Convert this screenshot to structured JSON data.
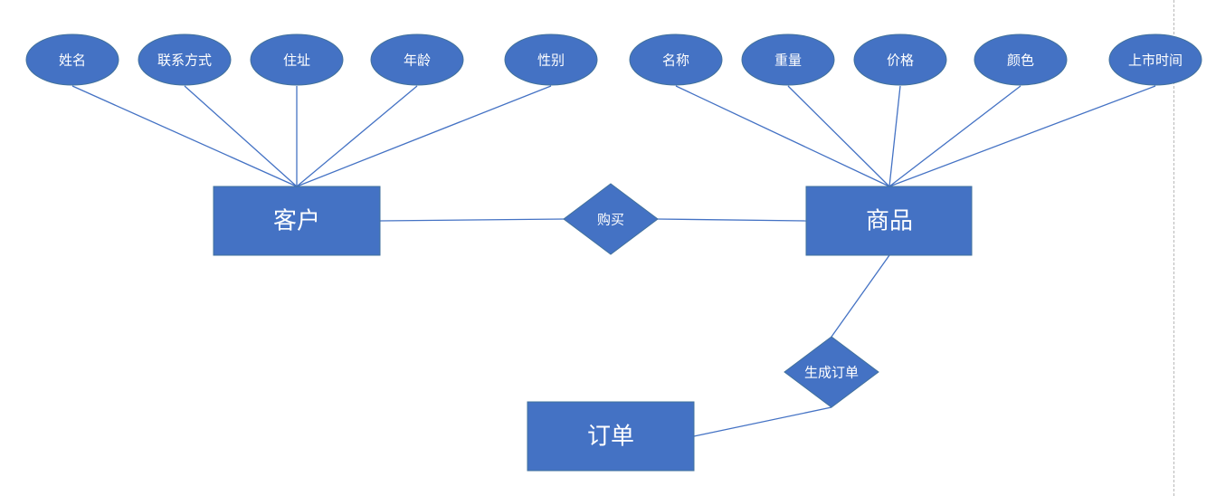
{
  "diagram": {
    "colors": {
      "fill": "#4472C4",
      "stroke": "#41719C",
      "line": "#4472C4",
      "text": "#ffffff",
      "page_edge": "#b8b8b8"
    },
    "entities": {
      "customer": "客户",
      "product": "商品",
      "order": "订单"
    },
    "relationships": {
      "buy": "购买",
      "generate_order": "生成订单"
    },
    "customer_attributes": [
      "姓名",
      "联系方式",
      "住址",
      "年龄",
      "性别"
    ],
    "product_attributes": [
      "名称",
      "重量",
      "价格",
      "颜色",
      "上市时间"
    ]
  }
}
